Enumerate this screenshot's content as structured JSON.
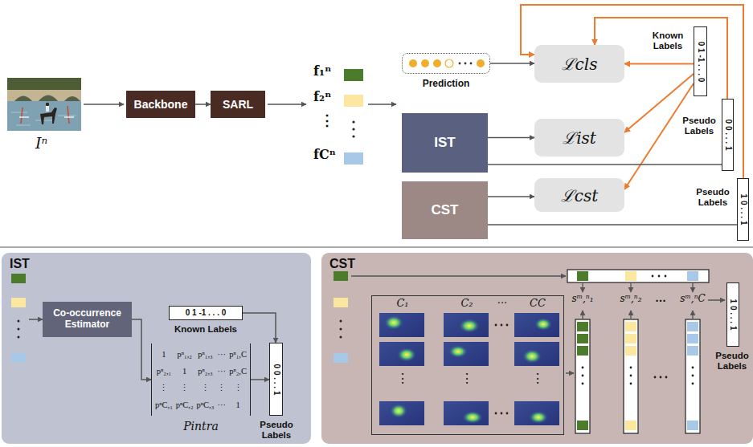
{
  "diagram": {
    "nodes": [
      {
        "text": [
          "Backbone"
        ]
      },
      {
        "text": [
          "SARL"
        ]
      },
      {
        "text": [
          "Prediction"
        ]
      },
      {
        "text": [
          "IST"
        ]
      },
      {
        "text": [
          "CST"
        ]
      },
      {
        "text": [
          "ℒcls"
        ]
      },
      {
        "text": [
          "ℒist"
        ]
      },
      {
        "text": [
          "ℒcst"
        ]
      },
      {
        "text": [
          "Known Labels",
          "0 1 -1 . . . 0"
        ]
      },
      {
        "text": [
          "Pseudo Labels",
          "0 0 . . . 1"
        ]
      },
      {
        "text": [
          "Pseudo Labels",
          "1 0 . . . 1"
        ]
      },
      {
        "text": [
          "IST"
        ]
      },
      {
        "text": [
          "Co-occurrence Estimator"
        ],
        "in": 11
      },
      {
        "text": [
          "0 1 -1 . . . 0",
          "Known Labels"
        ],
        "in": 11
      },
      {
        "text": [
          "1",
          "pⁿ₁,₂",
          "pⁿ₁,₃",
          "···",
          "pⁿ₁,C",
          "pⁿ₂,₁",
          "1",
          "pⁿ₂,₃",
          "···",
          "pⁿ₂,C",
          "⋮",
          "⋮",
          "⋮",
          "⋮",
          "⋮",
          "pⁿC,₁",
          "pⁿC,₂",
          "pⁿC,₃",
          "···",
          "1",
          "Pintra"
        ],
        "in": 11
      },
      {
        "text": [
          "0 0 . . . 1",
          "Pseudo Labels"
        ],
        "in": 11
      },
      {
        "text": [
          "CST"
        ]
      },
      {
        "text": [
          "C₁",
          "C₂",
          "···",
          "CC",
          "⋮",
          "⋮",
          "⋮"
        ],
        "in": 16
      },
      {
        "text": [
          "1 0 . . . 1",
          "Pseudo Labels"
        ],
        "in": 16
      }
    ],
    "edges": [
      {
        "from": 0,
        "to": 1,
        "arrow": "to"
      },
      {
        "from": 2,
        "to": 5,
        "arrow": "to"
      },
      {
        "from": 3,
        "to": 6,
        "arrow": "to"
      },
      {
        "from": 4,
        "to": 7,
        "arrow": "to"
      },
      {
        "from": 8,
        "to": 5,
        "arrow": "to"
      },
      {
        "from": 8,
        "to": 6,
        "arrow": "to"
      },
      {
        "from": 8,
        "to": 7,
        "arrow": "to"
      },
      {
        "from": 3,
        "to": 9,
        "arrow": "none"
      },
      {
        "from": 4,
        "to": 10,
        "arrow": "none"
      },
      {
        "from": 9,
        "to": 5,
        "arrow": "to"
      },
      {
        "from": 10,
        "to": 5,
        "arrow": "to"
      },
      {
        "from": 12,
        "to": 14,
        "arrow": "to"
      },
      {
        "from": 13,
        "to": 15,
        "arrow": "to"
      },
      {
        "from": 14,
        "to": 15,
        "arrow": "to"
      }
    ],
    "labels": [
      "Iⁿ",
      "f₁ⁿ",
      "f₂ⁿ",
      "⋮",
      "fCⁿ",
      "sᵐ,ⁿ₁",
      "sᵐ,ⁿ₂",
      "···",
      "sᵐ,ⁿC"
    ]
  }
}
